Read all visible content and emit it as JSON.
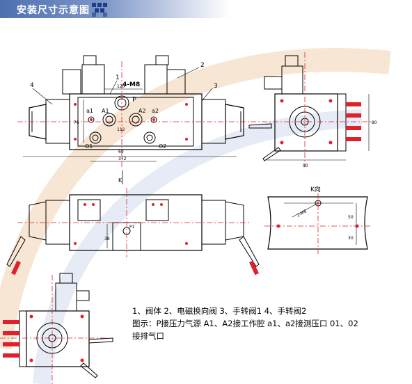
{
  "header": {
    "title": "安装尺寸示意图"
  },
  "callouts": {
    "n1": "1",
    "n2": "2",
    "n3": "3",
    "n4": "4",
    "thread": "4-M8",
    "p": "P",
    "a1": "A1",
    "a2": "A2",
    "a1_small": "a1",
    "a2_small": "a2",
    "o1": "O1",
    "o2": "O2",
    "p1": "P1",
    "k_arrow": "K",
    "k_view": "K向"
  },
  "dims": {
    "d120": "120",
    "d112": "112",
    "d76": "76",
    "d60": "60",
    "d372": "372",
    "d90": "90",
    "d80": "80",
    "d50": "50",
    "d30": "30",
    "d38": "38",
    "d2m8": "2-M8"
  },
  "legend": {
    "line1": "1、阀体    2、电磁换向阀    3、手转阀1   4、手转阀2",
    "line2": "图示：P接压力气源   A1、A2接工作腔   a1、a2接测压口   01、02",
    "line3": "接排气口"
  }
}
